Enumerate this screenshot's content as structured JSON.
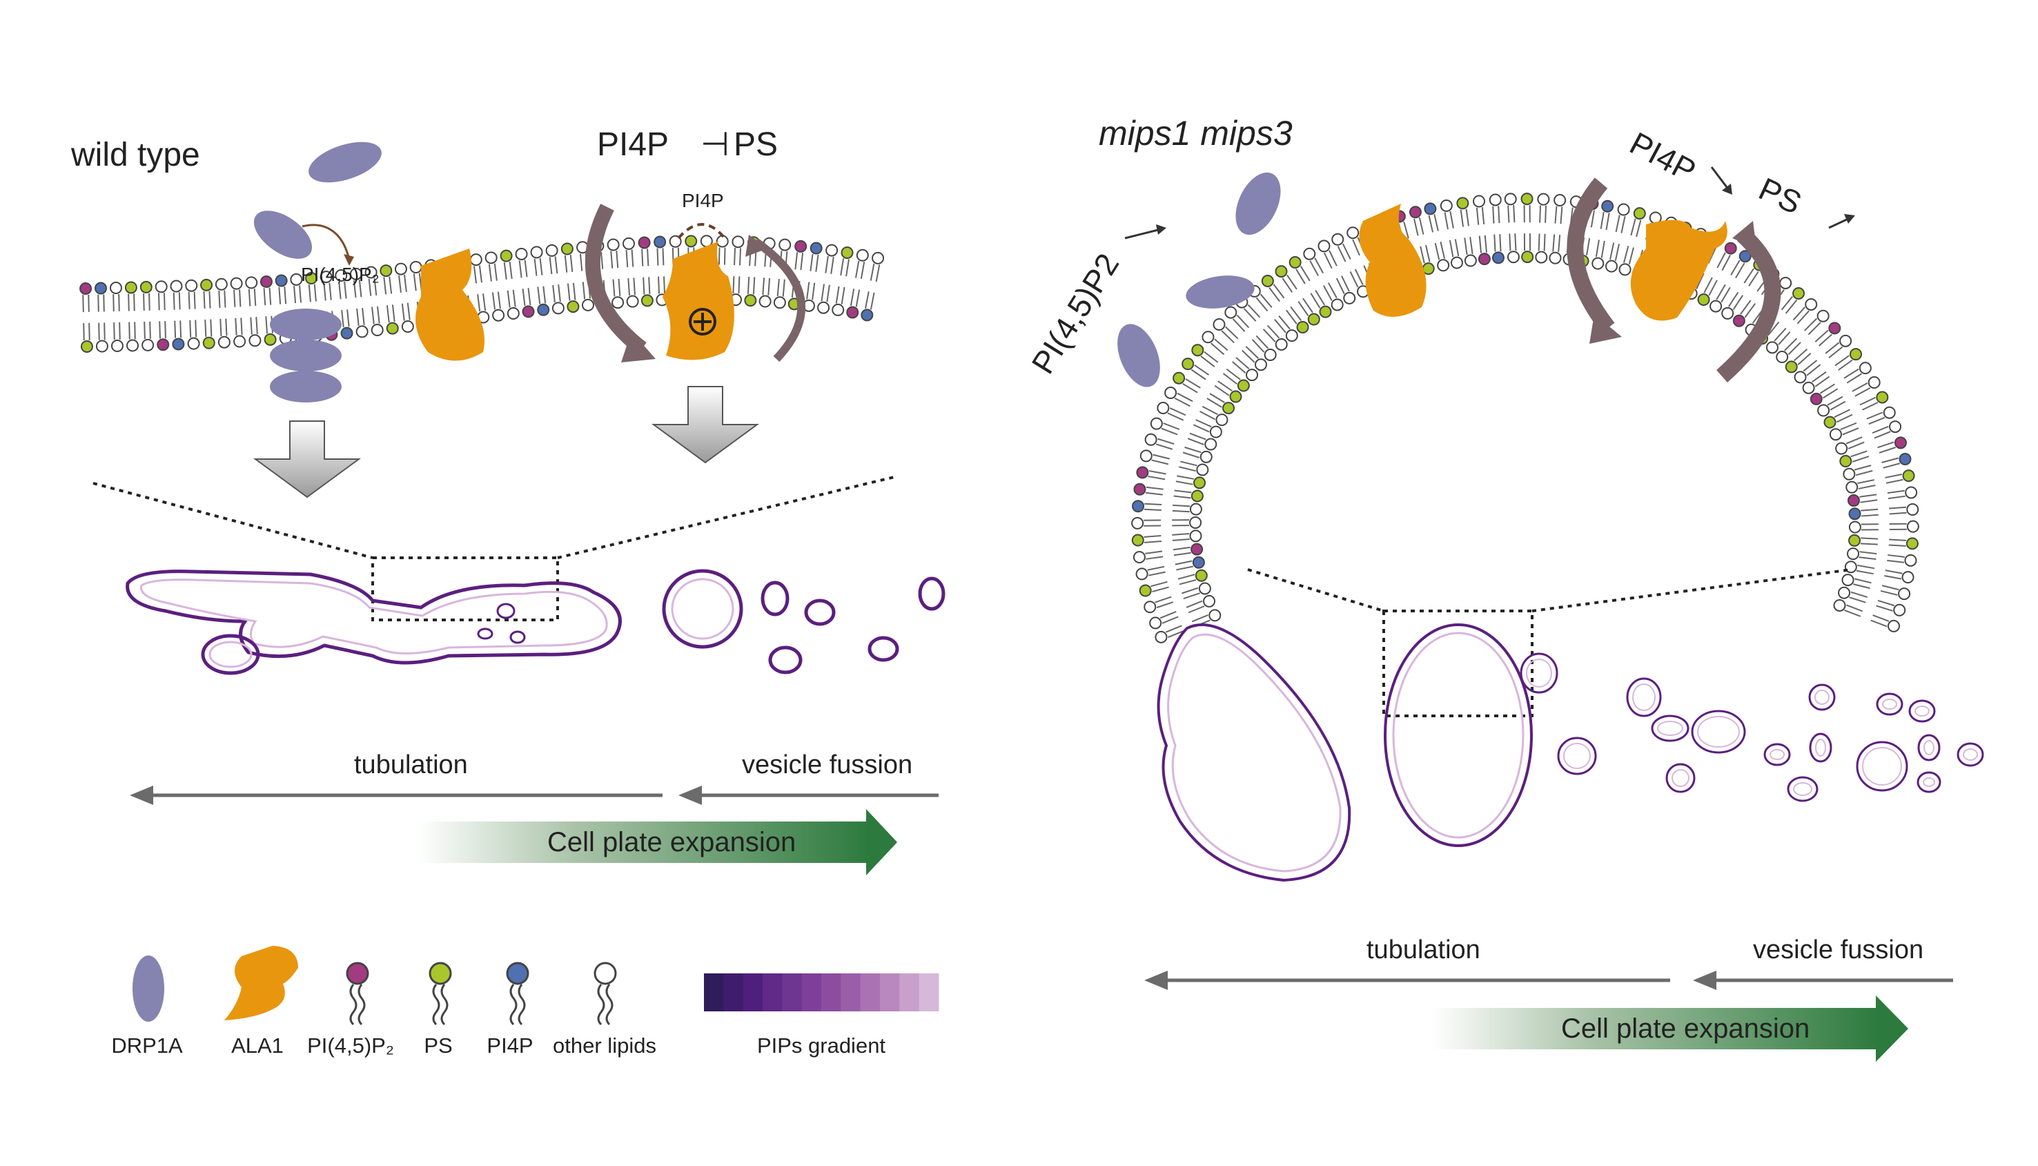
{
  "left_panel": {
    "title": "wild type",
    "pathway": {
      "left": "PI4P",
      "symbol": "⊣",
      "right": "PS"
    },
    "pi4p_label": "PI4P",
    "pip2_label": "PI(4,5)P₂",
    "tubulation_label": "tubulation",
    "vesicle_label": "vesicle fussion",
    "expansion_label": "Cell plate expansion"
  },
  "right_panel": {
    "title": "mips1 mips3",
    "pip2_label": "PI(4,5)P2",
    "pi4p_label": "PI4P",
    "ps_label": "PS",
    "tubulation_label": "tubulation",
    "vesicle_label": "vesicle fussion",
    "expansion_label": "Cell plate expansion"
  },
  "legend": {
    "items": [
      {
        "label": "DRP1A",
        "icon": "drp1a-ellipse-icon"
      },
      {
        "label": "ALA1",
        "icon": "ala1-blob-icon"
      },
      {
        "label": "PI(4,5)P₂",
        "icon": "lipid-pip2-icon"
      },
      {
        "label": "PS",
        "icon": "lipid-ps-icon"
      },
      {
        "label": "PI4P",
        "icon": "lipid-pi4p-icon"
      },
      {
        "label": "other lipids",
        "icon": "lipid-other-icon"
      }
    ],
    "gradient_label": "PIPs gradient"
  },
  "colors": {
    "drp1a": "#8583b0",
    "ala1": "#e8960e",
    "pip2": "#a43a82",
    "ps": "#a8c72a",
    "pi4p": "#4f71b2",
    "flip_arrow": "#7a6468",
    "membrane_outline": "#5b1f7f",
    "membrane_inner": "#d8b6dc",
    "expansion_arrow": "#2c7a3d",
    "axis_arrow": "#6b6b6b",
    "gradient": [
      "#2e1d5a",
      "#3f1d6c",
      "#4e1f7c",
      "#5f2a88",
      "#6e3591",
      "#7e3f98",
      "#8c4da0",
      "#9a5ea9",
      "#aa72b3",
      "#b988be",
      "#c8a0cb",
      "#d6b8d8"
    ]
  }
}
